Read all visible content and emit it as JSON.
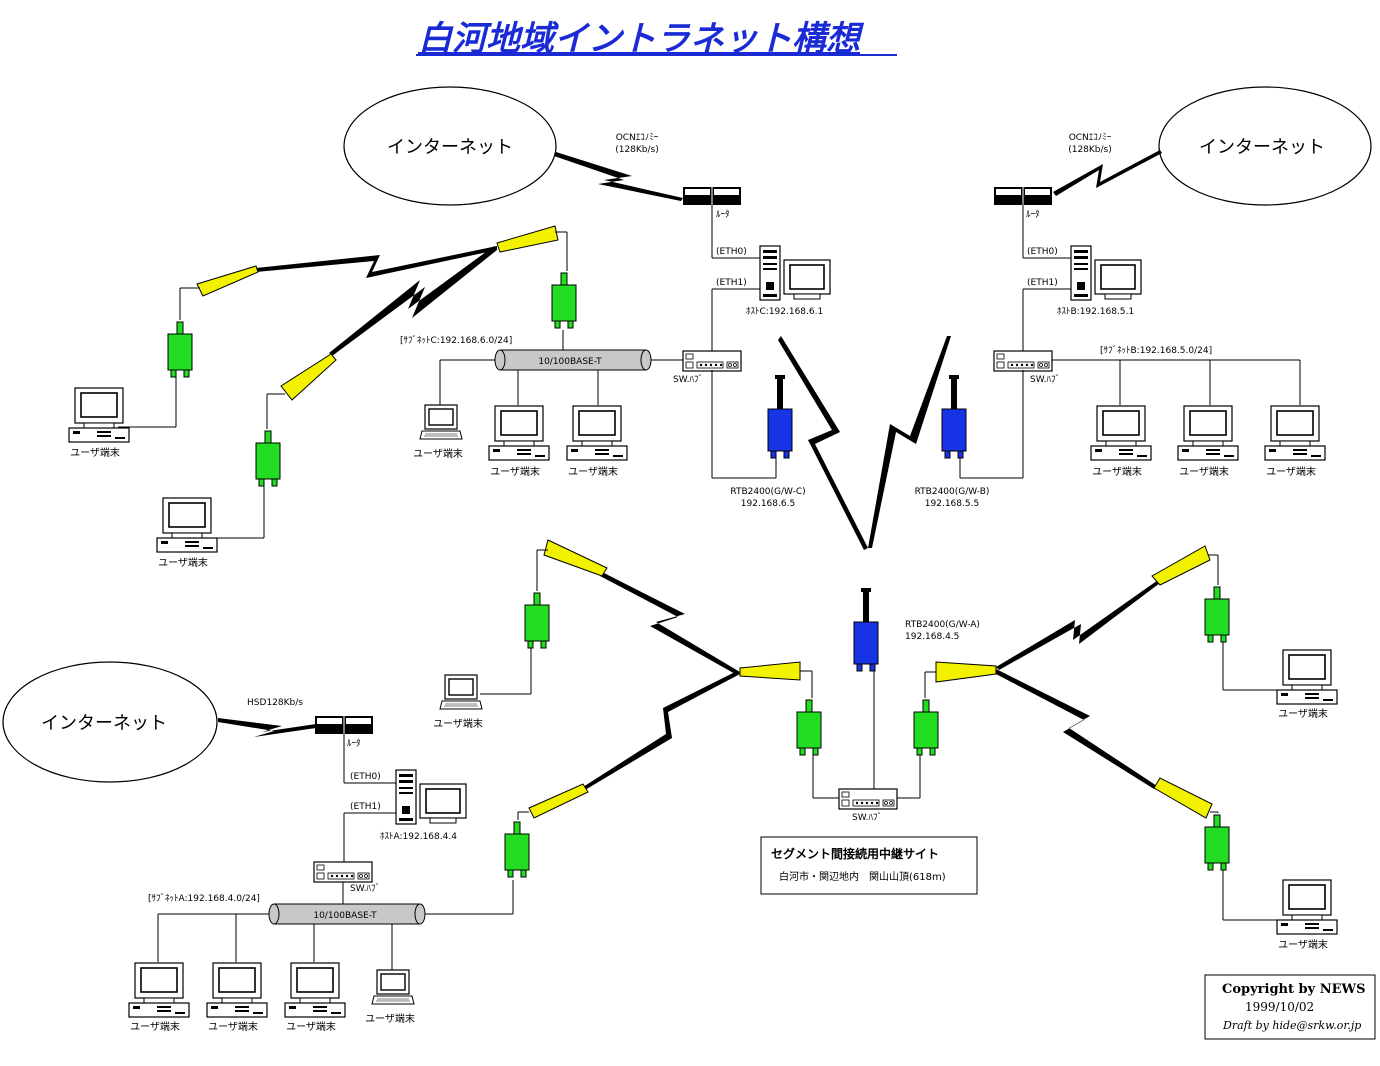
{
  "title": "白河地域イントラネット構想",
  "internet_label": "インターネット",
  "links": {
    "ocn_c": [
      "OCNｴｺﾉﾐｰ",
      "(128Kb/s)"
    ],
    "ocn_b": [
      "OCNｴｺﾉﾐｰ",
      "(128Kb/s)"
    ],
    "hsd_a": "HSD128Kb/s"
  },
  "router_label": "ﾙｰﾀ",
  "eth0": "(ETH0)",
  "eth1": "(ETH1)",
  "hosts": {
    "c": "ﾎｽﾄC:192.168.6.1",
    "b": "ﾎｽﾄB:192.168.5.1",
    "a": "ﾎｽﾄA:192.168.4.4"
  },
  "subnets": {
    "c": "[ｻﾌﾞﾈｯﾄC:192.168.6.0/24]",
    "b": "[ｻﾌﾞﾈｯﾄB:192.168.5.0/24]",
    "a": "[ｻﾌﾞﾈｯﾄA:192.168.4.0/24]"
  },
  "backbone_label": "10/100BASE-T",
  "hub_label": "SW.ﾊﾌﾞ",
  "user_terminal": "ユーザ端末",
  "gateways": {
    "c": [
      "RTB2400(G/W-C)",
      "192.168.6.5"
    ],
    "b": [
      "RTB2400(G/W-B)",
      "192.168.5.5"
    ],
    "a": [
      "RTB2400(G/W-A)",
      "192.168.4.5"
    ]
  },
  "relay_site": {
    "title": "セグメント間接続用中継サイト",
    "location": "白河市・関辺地内　関山山頂(618m)"
  },
  "copyright": {
    "line1": "Copyright by NEWS",
    "line2": "1999/10/02",
    "line3": "Draft by hide@srkw.or.jp"
  },
  "colors": {
    "title": "#1a2bd6",
    "antenna": "#f2f200",
    "radio_unit": "#22dd22",
    "gateway": "#1733e6",
    "backbone": "#c8c8c8"
  }
}
